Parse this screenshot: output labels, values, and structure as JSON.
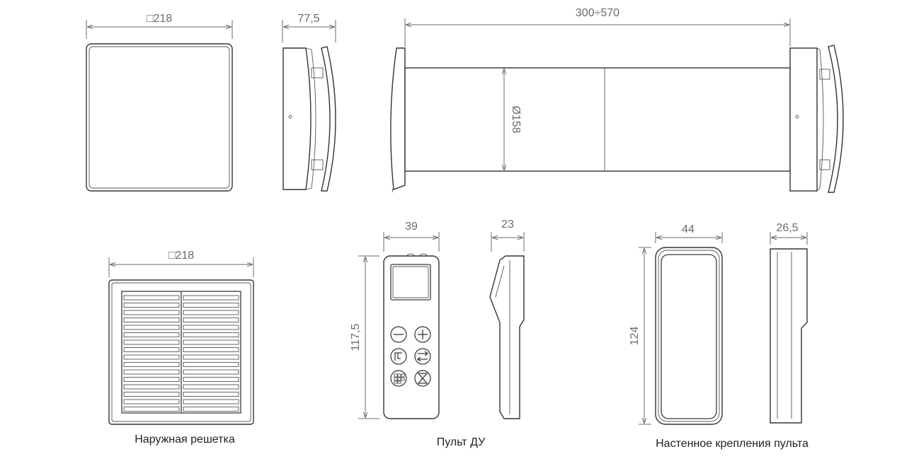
{
  "dimensions": {
    "front_width": "□218",
    "side_depth": "77,5",
    "length_range": "300÷570",
    "duct_diameter": "Ø158",
    "grille_width": "□218",
    "remote_width": "39",
    "remote_depth": "23",
    "remote_height": "117,5",
    "holder_width": "44",
    "holder_depth": "26,5",
    "holder_height": "124"
  },
  "captions": {
    "grille": "Наружная решетка",
    "remote": "Пульт ДУ",
    "holder": "Настенное крепления пульта"
  },
  "remote_buttons": [
    "minus-icon",
    "plus-icon",
    "power-mode-icon",
    "airflow-direction-icon",
    "keypad-icon",
    "timer-icon"
  ]
}
